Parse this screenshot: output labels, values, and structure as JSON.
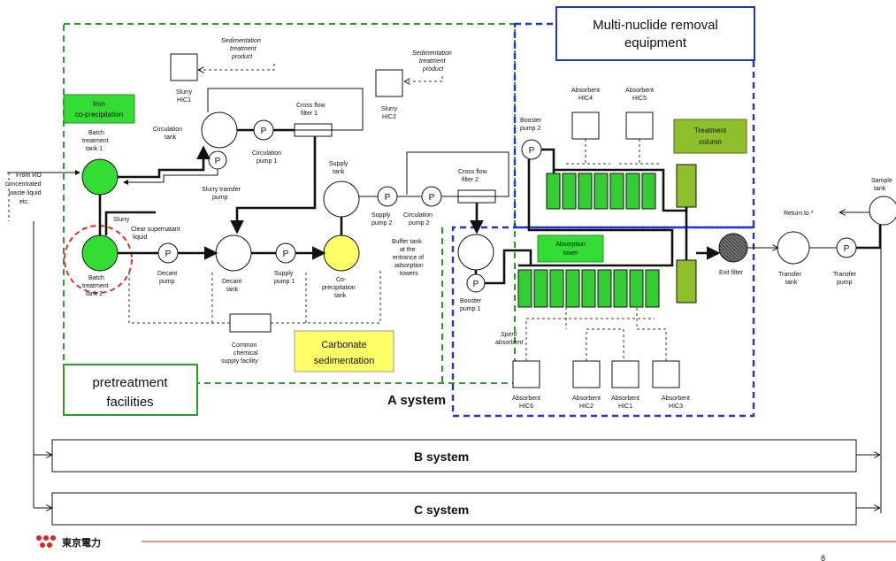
{
  "colors": {
    "pretreatment_border": "#2e9a2e",
    "mnr_border": "#2233cc",
    "green_fill": "#33dd33",
    "olive_fill": "#8fbf2a",
    "yellow_fill": "#ffff66",
    "red_dash": "#e03030",
    "tepco_red": "#e02020"
  },
  "titles": {
    "mnr_line1": "Multi-nuclide removal",
    "mnr_line2": "equipment",
    "pretreat_line1": "pretreatment",
    "pretreat_line2": "facilities",
    "a_system": "A system",
    "b_system": "B system",
    "c_system": "C system",
    "treatment_column_1": "Treatment",
    "treatment_column_2": "column",
    "carbonate_1": "Carbonate",
    "carbonate_2": "sedimentation",
    "iron_1": "Iron",
    "iron_2": "co-precipitation",
    "absorption_1": "Absorption",
    "absorption_2": "tower"
  },
  "labels": {
    "from_ro_1": "From RO",
    "from_ro_2": "concentrated",
    "from_ro_3": "waste liquid",
    "from_ro_4": "etc.",
    "batch1_1": "Batch",
    "batch1_2": "treatment",
    "batch1_3": "tank 1",
    "batch2_1": "Batch",
    "batch2_2": "treatment",
    "batch2_3": "tank 2",
    "slurry": "Slurry",
    "clear_supernatant": "Clear supernatant",
    "liquid": "liquid",
    "circulation_tank_1": "Circulation",
    "circulation_tank_2": "tank",
    "circulation_pump1_1": "Circulation",
    "circulation_pump1_2": "pump 1",
    "slurry_transfer_1": "Slurry transfer",
    "slurry_transfer_2": "pump",
    "crossflow1_1": "Cross flow",
    "crossflow1_2": "filter 1",
    "crossflow2_1": "Cross flow",
    "crossflow2_2": "filter 2",
    "slurry_hic1_1": "Slurry",
    "slurry_hic1_2": "HIC1",
    "slurry_hic2_1": "Slurry",
    "slurry_hic2_2": "HIC2",
    "sed_product_1": "Sedimentation",
    "sed_product_2": "treatment",
    "sed_product_3": "product",
    "supply_tank_1": "Supply",
    "supply_tank_2": "tank",
    "supply_pump2_1": "Supply",
    "supply_pump2_2": "pump 2",
    "circ_pump2_1": "Circulation",
    "circ_pump2_2": "pump 2",
    "decant_pump_1": "Decant",
    "decant_pump_2": "pump",
    "decant_tank_1": "Decant",
    "decant_tank_2": "tank",
    "supply_pump1_1": "Supply",
    "supply_pump1_2": "pump 1",
    "coprec_1": "Co-",
    "coprec_2": "precipitation",
    "coprec_3": "tank",
    "buffer_1": "Buffer tank",
    "buffer_2": "at the",
    "buffer_3": "entrance of",
    "buffer_4": "adsorption",
    "buffer_5": "towers",
    "common_1": "Common",
    "common_2": "chemical",
    "common_3": "supply facility",
    "booster2_1": "Booster",
    "booster2_2": "pump 2",
    "booster1_1": "Booster",
    "booster1_2": "pump 1",
    "abs_hic4_1": "Absorbent",
    "abs_hic4_2": "HIC4",
    "abs_hic5_1": "Absorbent",
    "abs_hic5_2": "HIC5",
    "spent_1": "Spent",
    "spent_2": "absorbent",
    "abs_hic6_1": "Absorbent",
    "abs_hic6_2": "HIC6",
    "abs_hic2_1": "Absorbent",
    "abs_hic2_2": "HIC2",
    "abs_hic1_1": "Absorbent",
    "abs_hic1_2": "HIC1",
    "abs_hic3_1": "Absorbent",
    "abs_hic3_2": "HIC3",
    "exit_filter": "Exit filter",
    "transfer_tank_1": "Transfer",
    "transfer_tank_2": "tank",
    "transfer_pump_1": "Transfer",
    "transfer_pump_2": "pump",
    "sample_tank_1": "Sample",
    "sample_tank_2": "tank",
    "return_to": "Return to *",
    "pump_p": "P",
    "tepco_logo_text": "東京電力",
    "page_number": "8"
  }
}
